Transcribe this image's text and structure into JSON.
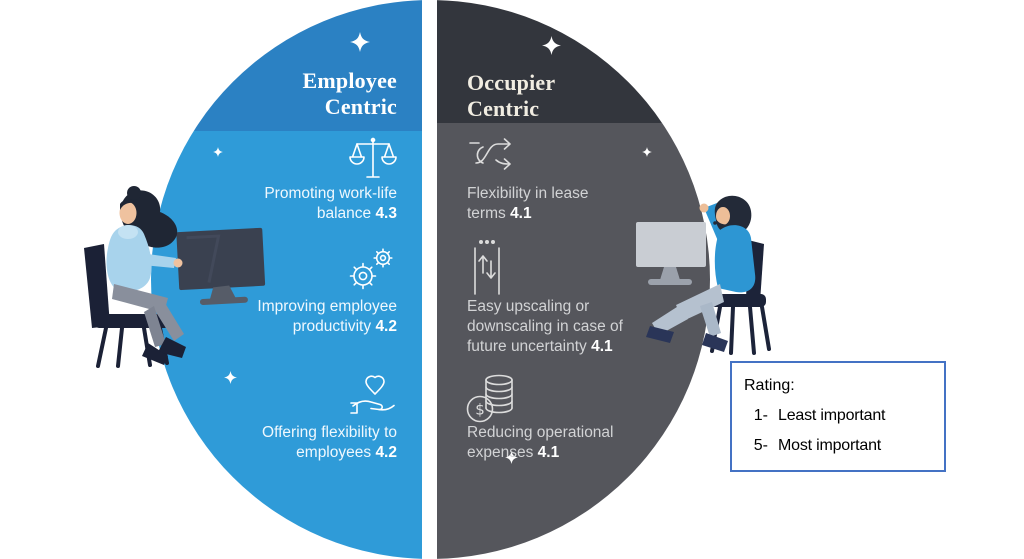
{
  "infographic": {
    "left": {
      "title": "Employee Centric",
      "items": [
        {
          "icon": "scales-icon",
          "label": "Promoting work-life balance",
          "rating": "4.3"
        },
        {
          "icon": "gears-icon",
          "label": "Improving employee productivity",
          "rating": "4.2"
        },
        {
          "icon": "heart-in-hand-icon",
          "label": "Offering flexibility to employees",
          "rating": "4.2"
        }
      ]
    },
    "right": {
      "title": "Occupier Centric",
      "items": [
        {
          "icon": "shuffle-arrows-icon",
          "label": "Flexibility in lease terms",
          "rating": "4.1"
        },
        {
          "icon": "elevator-icon",
          "label": "Easy upscaling or downscaling in case of future uncertainty",
          "rating": "4.1"
        },
        {
          "icon": "coin-stack-icon",
          "label": "Reducing operational expenses",
          "rating": "4.1"
        }
      ]
    },
    "legend": {
      "title": "Rating:",
      "entries": [
        {
          "value": "1-",
          "label": "Least important"
        },
        {
          "value": "5-",
          "label": "Most important"
        }
      ]
    },
    "icons": {
      "dollar_glyph": "$"
    },
    "colors": {
      "left_header": "#2B81C3",
      "left_body": "#2F9BD8",
      "right_header": "#33363D",
      "right_body": "#55565C",
      "legend_border": "#4472C4",
      "rating_text": "#FFFFFF"
    }
  }
}
